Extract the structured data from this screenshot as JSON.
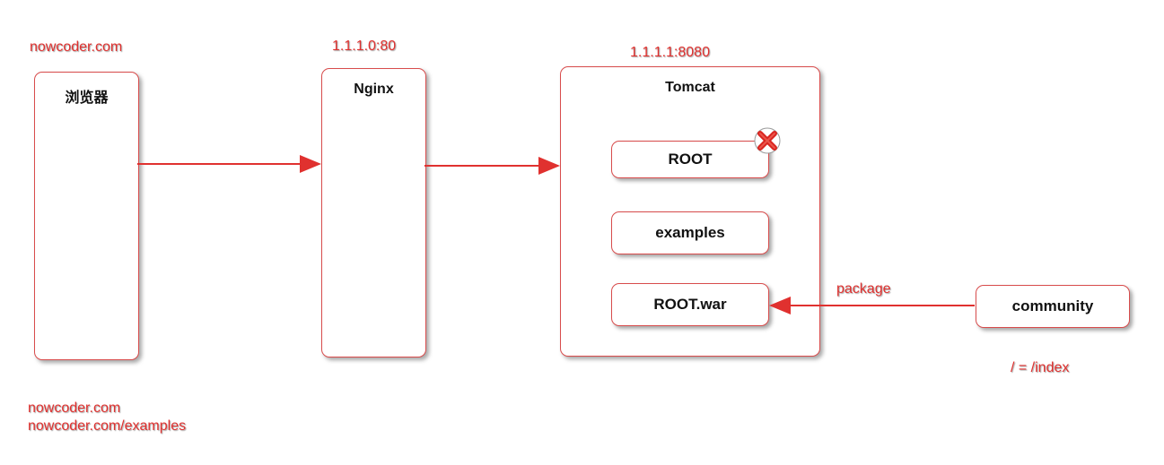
{
  "labels": {
    "browser_url": "nowcoder.com",
    "nginx_addr": "1.1.1.0:80",
    "tomcat_addr": "1.1.1.1:8080",
    "package": "package",
    "index_mapping": "/ = /index",
    "bottom_url_1": "nowcoder.com",
    "bottom_url_2": "nowcoder.com/examples"
  },
  "nodes": {
    "browser": "浏览器",
    "nginx": "Nginx",
    "tomcat": "Tomcat",
    "root": "ROOT",
    "examples": "examples",
    "root_war": "ROOT.war",
    "community": "community"
  },
  "icons": {
    "remove": "x-mark-icon"
  },
  "colors": {
    "accent": "#e0312f",
    "border": "#d84c4c"
  }
}
